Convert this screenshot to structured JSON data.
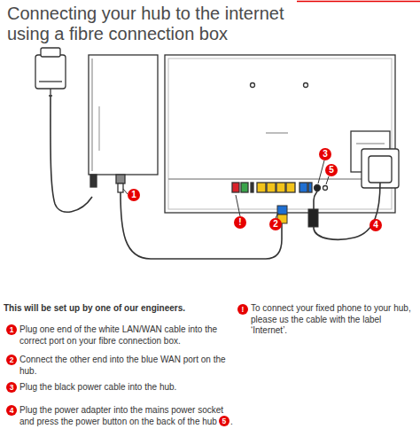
{
  "diagram": {
    "title": "Connecting your hub to the internet using a fibre connection box",
    "nodes": [
      {
        "text": [
          "3"
        ]
      },
      {
        "text": [
          "5"
        ]
      },
      {
        "text": [
          "1"
        ]
      },
      {
        "text": [
          "!"
        ]
      },
      {
        "text": [
          "2"
        ]
      },
      {
        "text": [
          "4"
        ]
      },
      {
        "text": [
          "1"
        ]
      },
      {
        "text": [
          "2"
        ]
      },
      {
        "text": [
          "3"
        ]
      },
      {
        "text": [
          "4"
        ]
      },
      {
        "text": [
          "5"
        ]
      },
      {
        "text": [
          "!"
        ]
      }
    ],
    "labels": [
      "This will be set up by one of our engineers.",
      "Plug one end of the white LAN/WAN cable into the correct port on your fibre connection box.",
      "Connect the other end into the blue WAN port on the hub.",
      "Plug the black power cable into the hub.",
      "Plug the power adapter into the mains power socket and press the power button on the back of the hub",
      ".",
      "To connect your fixed phone to your hub, please us the cable with the label ‘Internet’."
    ]
  }
}
